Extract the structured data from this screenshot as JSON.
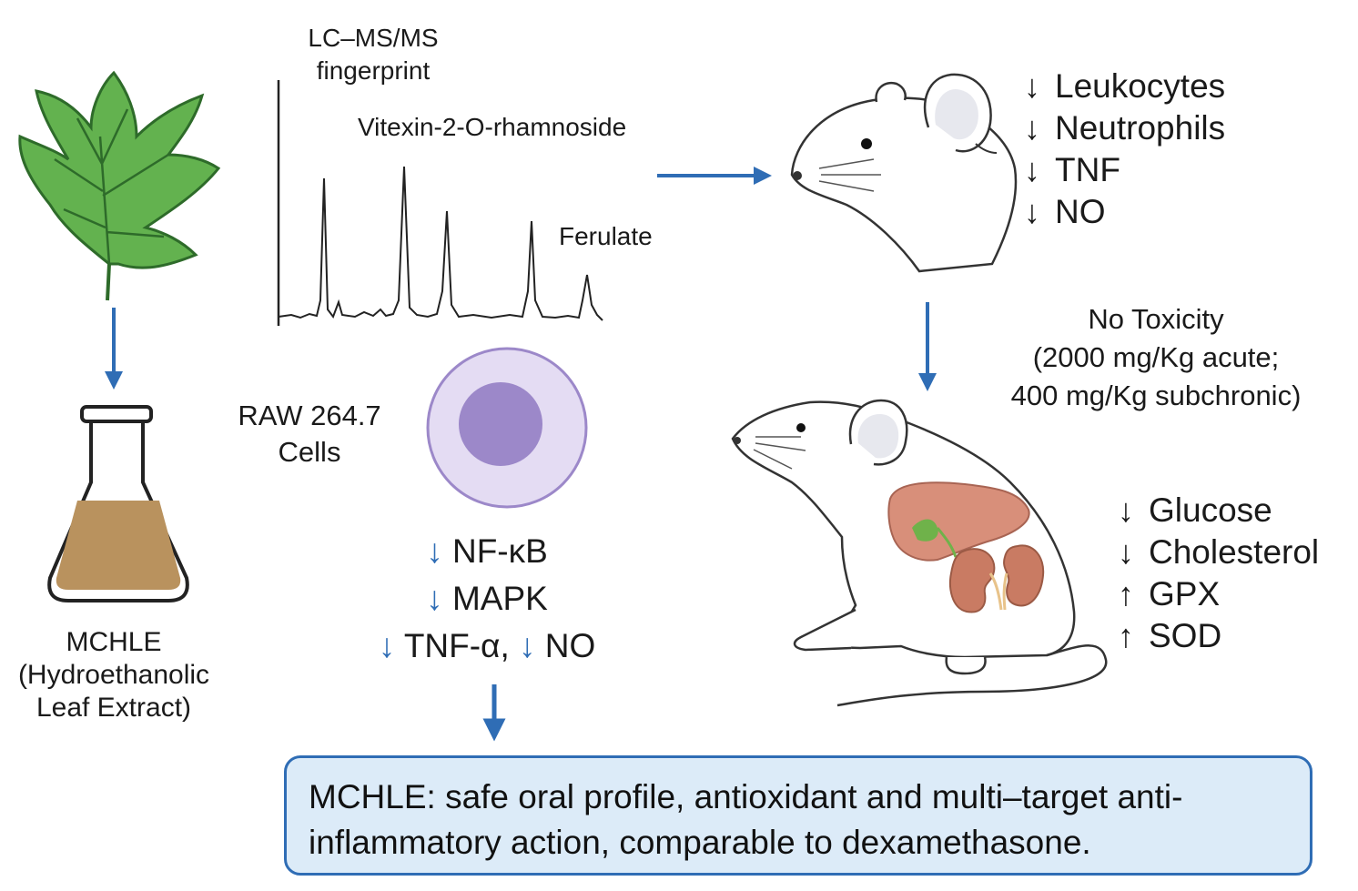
{
  "extract": {
    "label_line1": "MCHLE",
    "label_line2": "(Hydroethanolic",
    "label_line3": "Leaf Extract)"
  },
  "chromatogram": {
    "title_line1": "LC–MS/MS",
    "title_line2": "fingerprint",
    "peak_label_major": "Vitexin-2-O-rhamnoside",
    "peak_label_minor": "Ferulate"
  },
  "cells": {
    "label_line1": "RAW 264.7",
    "label_line2": "Cells",
    "effects": {
      "line1_arrow": "↓",
      "line1_text": "NF-κB",
      "line2_arrow": "↓",
      "line2_text": "MAPK",
      "line3_arrow_a": "↓",
      "line3_text_a": "TNF-α,",
      "line3_arrow_b": "↓",
      "line3_text_b": "NO"
    }
  },
  "inflammation_markers": [
    {
      "arrow": "↓",
      "label": "Leukocytes"
    },
    {
      "arrow": "↓",
      "label": "Neutrophils"
    },
    {
      "arrow": "↓",
      "label": "TNF"
    },
    {
      "arrow": "↓",
      "label": "NO"
    }
  ],
  "toxicity": {
    "line1": "No Toxicity",
    "line2": "(2000 mg/Kg acute;",
    "line3": "400 mg/Kg subchronic)"
  },
  "metabolic_markers": [
    {
      "arrow": "↓",
      "label": "Glucose"
    },
    {
      "arrow": "↓",
      "label": "Cholesterol"
    },
    {
      "arrow": "↑",
      "label": "GPX"
    },
    {
      "arrow": "↑",
      "label": "SOD"
    }
  ],
  "summary": {
    "text": "MCHLE: safe oral profile, antioxidant and multi–target anti-inflammatory action, comparable to dexamethasone."
  },
  "colors": {
    "arrow": "#2f6db5",
    "leaf": "#5fae4e",
    "leaf_vein": "#2e6b2a",
    "extract_liquid": "#b9925e",
    "cell_outer": "#e4dcf3",
    "cell_nucleus": "#9c88c9",
    "summary_fill": "#dcebf8",
    "liver": "#d88f7a",
    "kidney": "#c97b63"
  },
  "icons": [
    "leaf-icon",
    "flask-icon",
    "cell-icon",
    "mouse-head-icon",
    "mouse-body-icon",
    "liver-icon",
    "kidney-icon"
  ]
}
